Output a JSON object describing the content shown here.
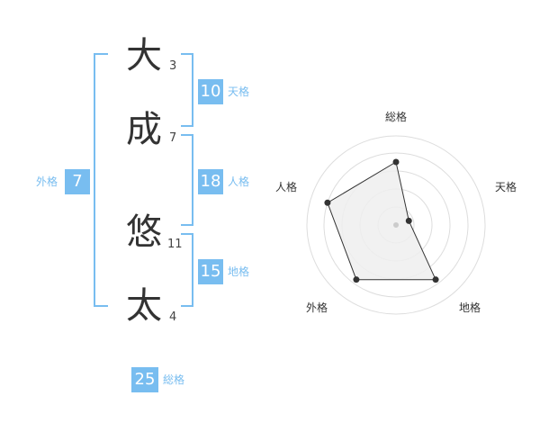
{
  "name": {
    "characters": [
      {
        "char": "大",
        "strokes": "3"
      },
      {
        "char": "成",
        "strokes": "7"
      },
      {
        "char": "悠",
        "strokes": "11"
      },
      {
        "char": "太",
        "strokes": "4"
      }
    ]
  },
  "fortune": {
    "tenkaku": {
      "value": "10",
      "label": "天格"
    },
    "jinkaku": {
      "value": "18",
      "label": "人格"
    },
    "chikaku": {
      "value": "15",
      "label": "地格"
    },
    "gaikaku": {
      "value": "7",
      "label": "外格"
    },
    "soukaku": {
      "value": "25",
      "label": "総格"
    }
  },
  "chart_data": {
    "type": "radar",
    "axes": [
      "総格",
      "天格",
      "地格",
      "外格",
      "人格"
    ],
    "values": [
      0.7,
      0.15,
      0.75,
      0.75,
      0.8
    ],
    "rings": 5,
    "colors": {
      "fill": "#eeeeee",
      "stroke": "#333333",
      "ring": "#dddddd",
      "point": "#333333"
    }
  }
}
